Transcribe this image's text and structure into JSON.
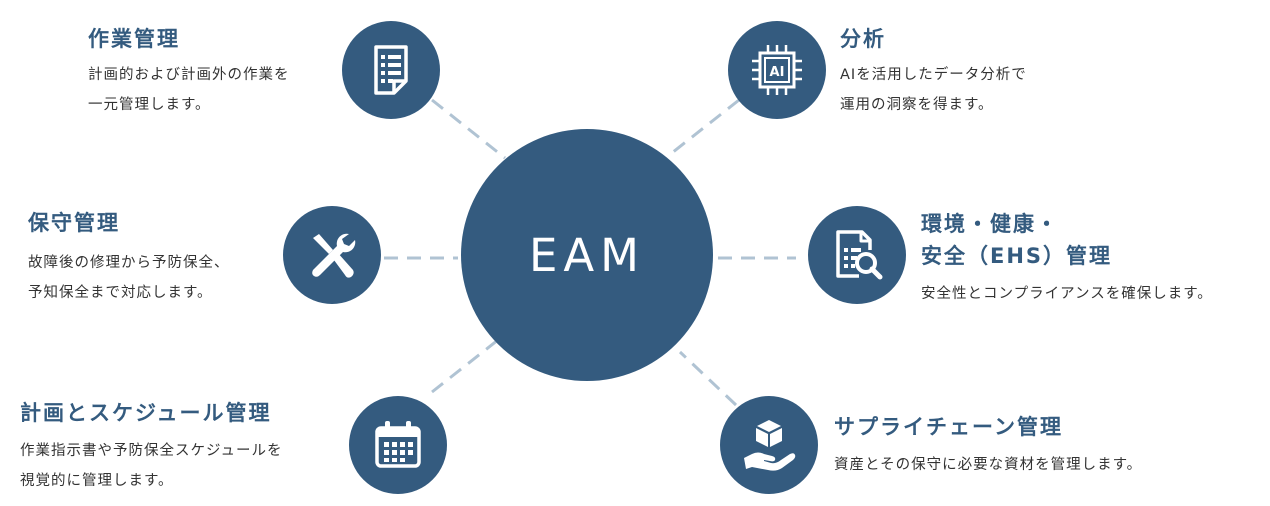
{
  "center": {
    "label": "EAM"
  },
  "colors": {
    "primary": "#345b7f",
    "connector": "#b0c3d3",
    "text": "#333333"
  },
  "nodes": {
    "work": {
      "icon": "document-list-icon",
      "title": "作業管理",
      "desc": [
        "計画的および計画外の作業を",
        "一元管理します。"
      ]
    },
    "maintenance": {
      "icon": "tools-icon",
      "title": "保守管理",
      "desc": [
        "故障後の修理から予防保全、",
        "予知保全まで対応します。"
      ]
    },
    "schedule": {
      "icon": "calendar-icon",
      "title": "計画とスケジュール管理",
      "desc": [
        "作業指示書や予防保全スケジュールを",
        "視覚的に管理します。"
      ]
    },
    "analysis": {
      "icon": "ai-chip-icon",
      "chip_text": "AI",
      "title": "分析",
      "desc": [
        "AIを活用したデータ分析で",
        "運用の洞察を得ます。"
      ]
    },
    "ehs": {
      "icon": "document-search-icon",
      "title": [
        "環境・健康・",
        "安全（EHS）管理"
      ],
      "desc": [
        "安全性とコンプライアンスを確保します。"
      ]
    },
    "supply": {
      "icon": "hand-box-icon",
      "title": "サプライチェーン管理",
      "desc": [
        "資産とその保守に必要な資材を管理します。"
      ]
    }
  }
}
